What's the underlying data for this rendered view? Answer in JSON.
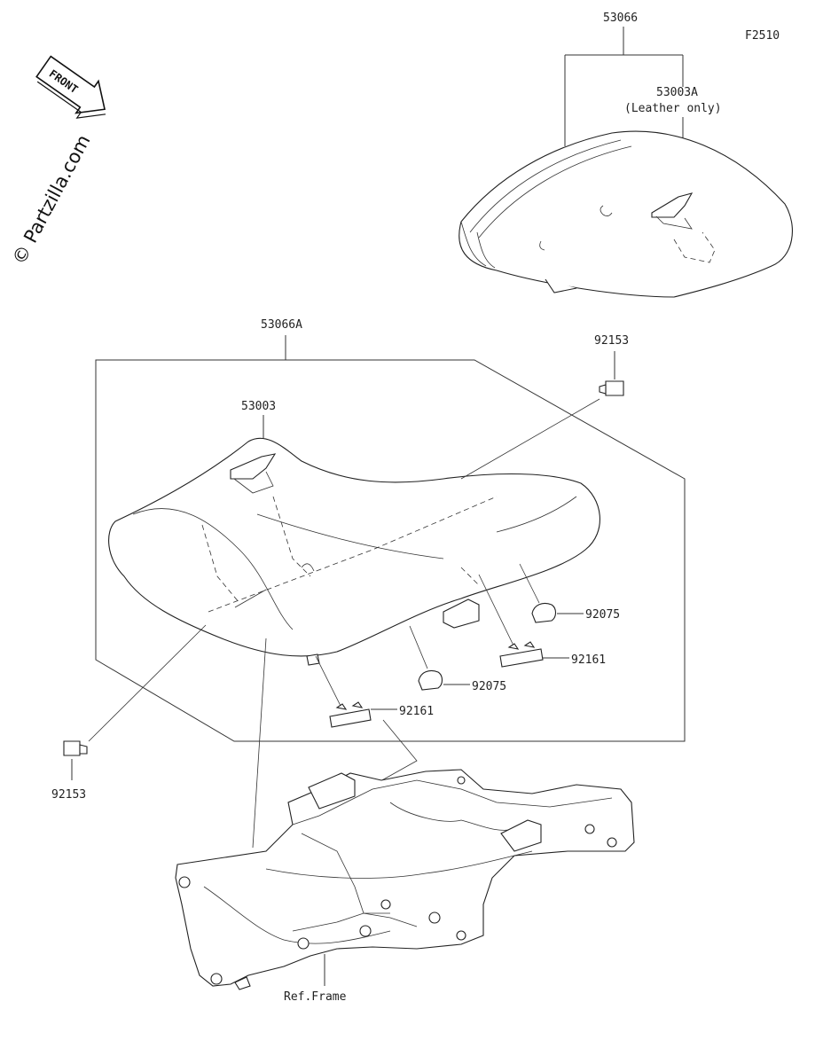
{
  "diagram_code": "F2510",
  "front_label": "FRONT",
  "watermark": "© Partzilla.com",
  "callouts": {
    "rear_seat": "53066",
    "rear_seat_cover": "53003A",
    "rear_seat_cover_note": "(Leather only)",
    "front_seat": "53066A",
    "front_seat_cover": "53003",
    "bolt_top": "92153",
    "bolt_left": "92153",
    "damper_right": "92075",
    "damper_center": "92075",
    "clip_right": "92161",
    "clip_center": "92161",
    "frame_ref": "Ref.Frame"
  }
}
